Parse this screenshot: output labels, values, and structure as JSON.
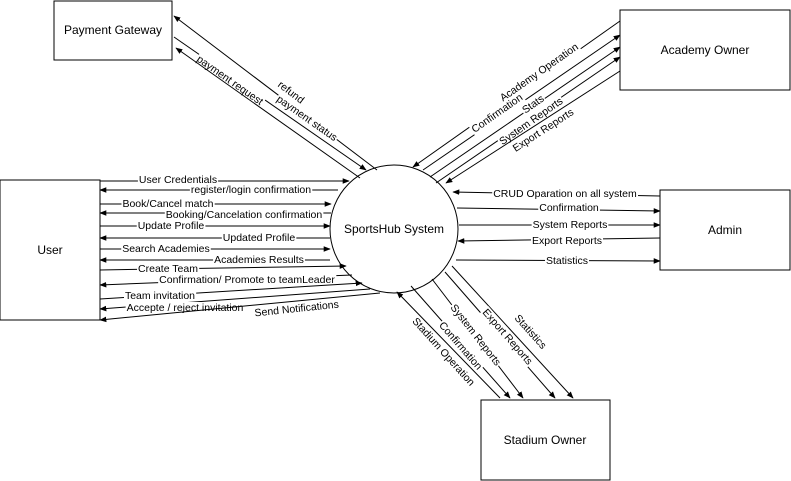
{
  "entities": {
    "payment_gateway": "Payment Gateway",
    "academy_owner": "Academy Owner",
    "user": "User",
    "system": "SportsHub System",
    "admin": "Admin",
    "stadium_owner": "Stadium Owner"
  },
  "flows": {
    "pg_refund": "refund",
    "pg_payment_request": "payment request",
    "pg_payment_status": "payment status",
    "ao_academy_operation": "Academy Operation",
    "ao_confirmation": "Confirmation",
    "ao_stats": "Stats",
    "ao_system_reports": "System Reports",
    "ao_export_reports": "Export Reports",
    "u_user_credentials": "User Credentials",
    "u_register_login_confirmation": "register/login confirmation",
    "u_book_cancel_match": "Book/Cancel match",
    "u_booking_cancelation_confirmation": "Booking/Cancelation confirmation",
    "u_update_profile": "Update Profile",
    "u_updated_profile": "Updated Profile",
    "u_search_academies": "Search Academies",
    "u_academies_results": "Academies Results",
    "u_create_team": "Create Team",
    "u_confirmation_promote": "Confirmation/ Promote to teamLeader",
    "u_team_invitation": "Team invitation",
    "u_accept_reject_invitation": "Accepte / reject invitation",
    "u_send_notifications": "Send Notifications",
    "ad_crud": "CRUD Oparation on all system",
    "ad_confirmation": "Confirmation",
    "ad_system_reports": "System Reports",
    "ad_export_reports": "Export Reports",
    "ad_statistics": "Statistics",
    "so_statistics": "Statistics",
    "so_export_reports": "Export Reports",
    "so_system_reports": "System Reports",
    "so_confirmation": "Confirmation",
    "so_stadium_operation": "Stadium Operation"
  }
}
